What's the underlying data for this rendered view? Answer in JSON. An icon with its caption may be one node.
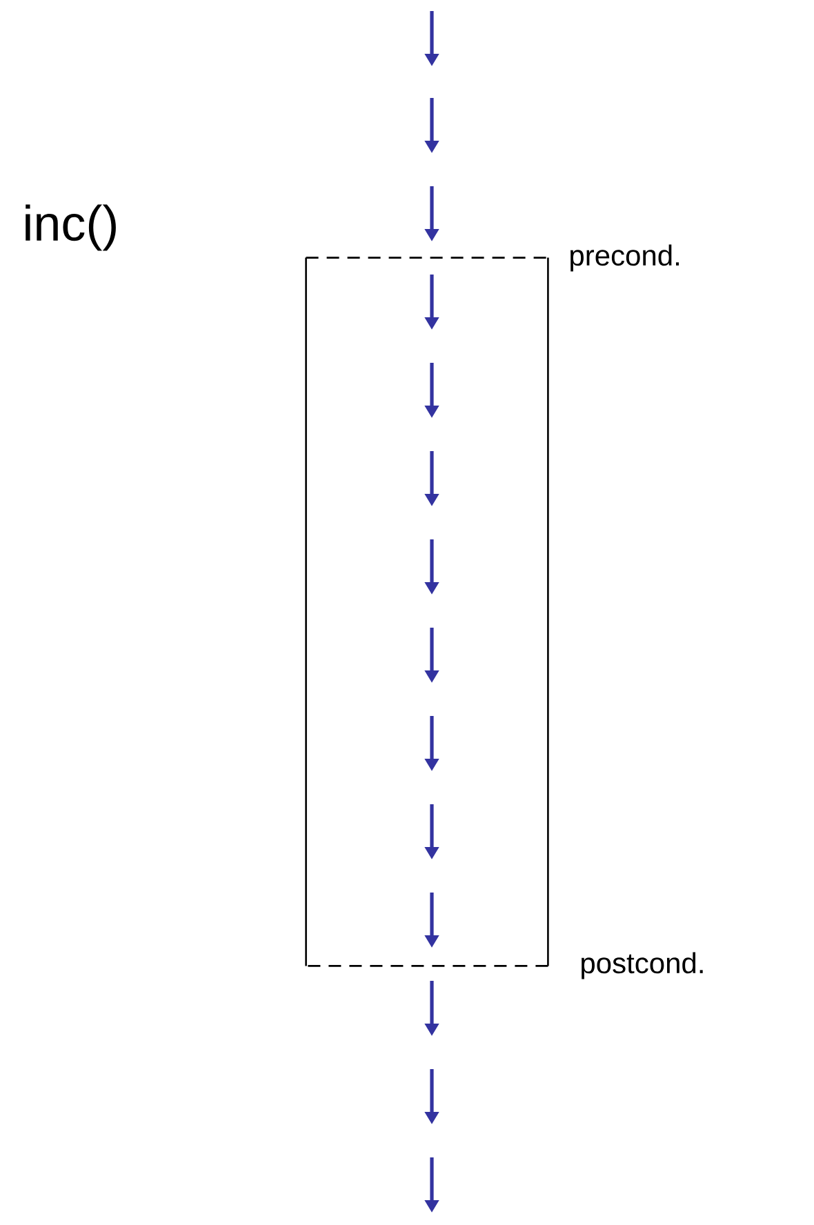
{
  "diagram": {
    "nodes": [
      {
        "text": [],
        "shape": "box",
        "beside": [
          "precond.",
          "postcond."
        ]
      }
    ],
    "labels": [
      "inc()"
    ]
  }
}
